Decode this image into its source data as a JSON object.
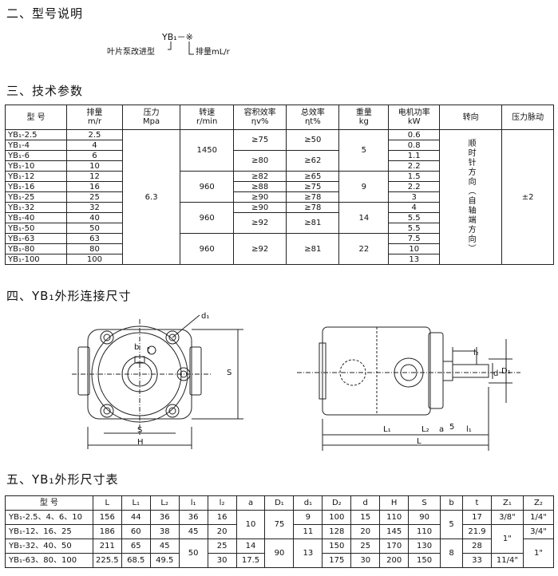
{
  "sec2": {
    "title": "二、型号说明",
    "model_code": "YB₁－※",
    "label_pump": "叶片泵改进型",
    "label_disp": "排量mL/r"
  },
  "sec3": {
    "title": "三、技术参数",
    "headers": [
      [
        "型  号",
        ""
      ],
      [
        "排量",
        "m/r"
      ],
      [
        "压力",
        "Mpa"
      ],
      [
        "转速",
        "r/min"
      ],
      [
        "容积效率",
        "ηv%"
      ],
      [
        "总效率",
        "ηt%"
      ],
      [
        "重量",
        "kg"
      ],
      [
        "电机功率",
        "kW"
      ],
      [
        "转向",
        ""
      ],
      [
        "压力脉动",
        ""
      ]
    ],
    "models": [
      "YB₁-2.5",
      "YB₁-4",
      "YB₁-6",
      "YB₁-10",
      "YB₁-12",
      "YB₁-16",
      "YB₁-25",
      "YB₁-32",
      "YB₁-40",
      "YB₁-50",
      "YB₁-63",
      "YB₁-80",
      "YB₁-100"
    ],
    "displacement": [
      "2.5",
      "4",
      "6",
      "10",
      "12",
      "16",
      "25",
      "32",
      "40",
      "50",
      "63",
      "80",
      "100"
    ],
    "pressure": "6.3",
    "speed": [
      "1450",
      "960",
      "960",
      "960"
    ],
    "vol_eff": [
      "≥75",
      "≥80",
      "≥82",
      "≥88",
      "≥90",
      "≥90",
      "≥92",
      "≥92"
    ],
    "tot_eff": [
      "≥50",
      "≥62",
      "≥65",
      "≥75",
      "≥78",
      "≥78",
      "≥81",
      "≥81"
    ],
    "weight": [
      "5",
      "9",
      "14",
      "22"
    ],
    "power": [
      "0.6",
      "0.8",
      "1.1",
      "2.2",
      "1.5",
      "2.2",
      "3",
      "4",
      "5.5",
      "5.5",
      "7.5",
      "10",
      "13"
    ],
    "rotation": "顺时针方向（自轴端方向）",
    "pulsation": "±2"
  },
  "sec4": {
    "title": "四、YB₁外形连接尺寸",
    "dims": {
      "d1": "d₁",
      "S": "S",
      "H": "H",
      "b": "b",
      "t": "t",
      "d": "d",
      "D1": "D₁",
      "L": "L",
      "L1": "L₁",
      "L2": "L₂",
      "a": "a",
      "l1": "l₁",
      "l2": "l₂",
      "five": "5"
    }
  },
  "sec5": {
    "title": "五、YB₁外形尺寸表",
    "headers": [
      "型  号",
      "L",
      "L₁",
      "L₂",
      "l₁",
      "l₂",
      "a",
      "D₁",
      "d₁",
      "D₂",
      "d",
      "H",
      "S",
      "b",
      "t",
      "Z₁",
      "Z₂"
    ],
    "rows": [
      {
        "model": "YB₁-2.5、4、6、10",
        "L": "156",
        "L1": "44",
        "L2": "36",
        "l1": "36",
        "l2": "16",
        "D2": "100",
        "d": "15",
        "H": "110",
        "S": "90",
        "t": "17",
        "Z1": "3/8\"",
        "Z2": "1/4\""
      },
      {
        "model": "YB₁-12、16、25",
        "L": "186",
        "L1": "60",
        "L2": "38",
        "l1": "45",
        "l2": "20",
        "D2": "128",
        "d": "20",
        "H": "145",
        "S": "110",
        "t": "21.9",
        "Z2": "3/4\""
      },
      {
        "model": "YB₁-32、40、50",
        "L": "211",
        "L1": "65",
        "L2": "45",
        "l2": "25",
        "a": "14",
        "D2": "150",
        "d": "25",
        "H": "170",
        "S": "130",
        "t": "28"
      },
      {
        "model": "YB₁-63、80、100",
        "L": "225.5",
        "L1": "68.5",
        "L2": "49.5",
        "l2": "30",
        "a": "17.5",
        "D2": "175",
        "d": "30",
        "H": "200",
        "S": "150",
        "t": "33",
        "Z1": "11/4\""
      }
    ],
    "merged": {
      "a12": "10",
      "D1_12": "75",
      "d1_1": "9",
      "d1_2": "11",
      "D1_34": "90",
      "d1_34": "13",
      "l1_34": "50",
      "b_12": "5",
      "b_34": "8",
      "Z1_23": "1\"",
      "Z2_34": "1\""
    }
  }
}
